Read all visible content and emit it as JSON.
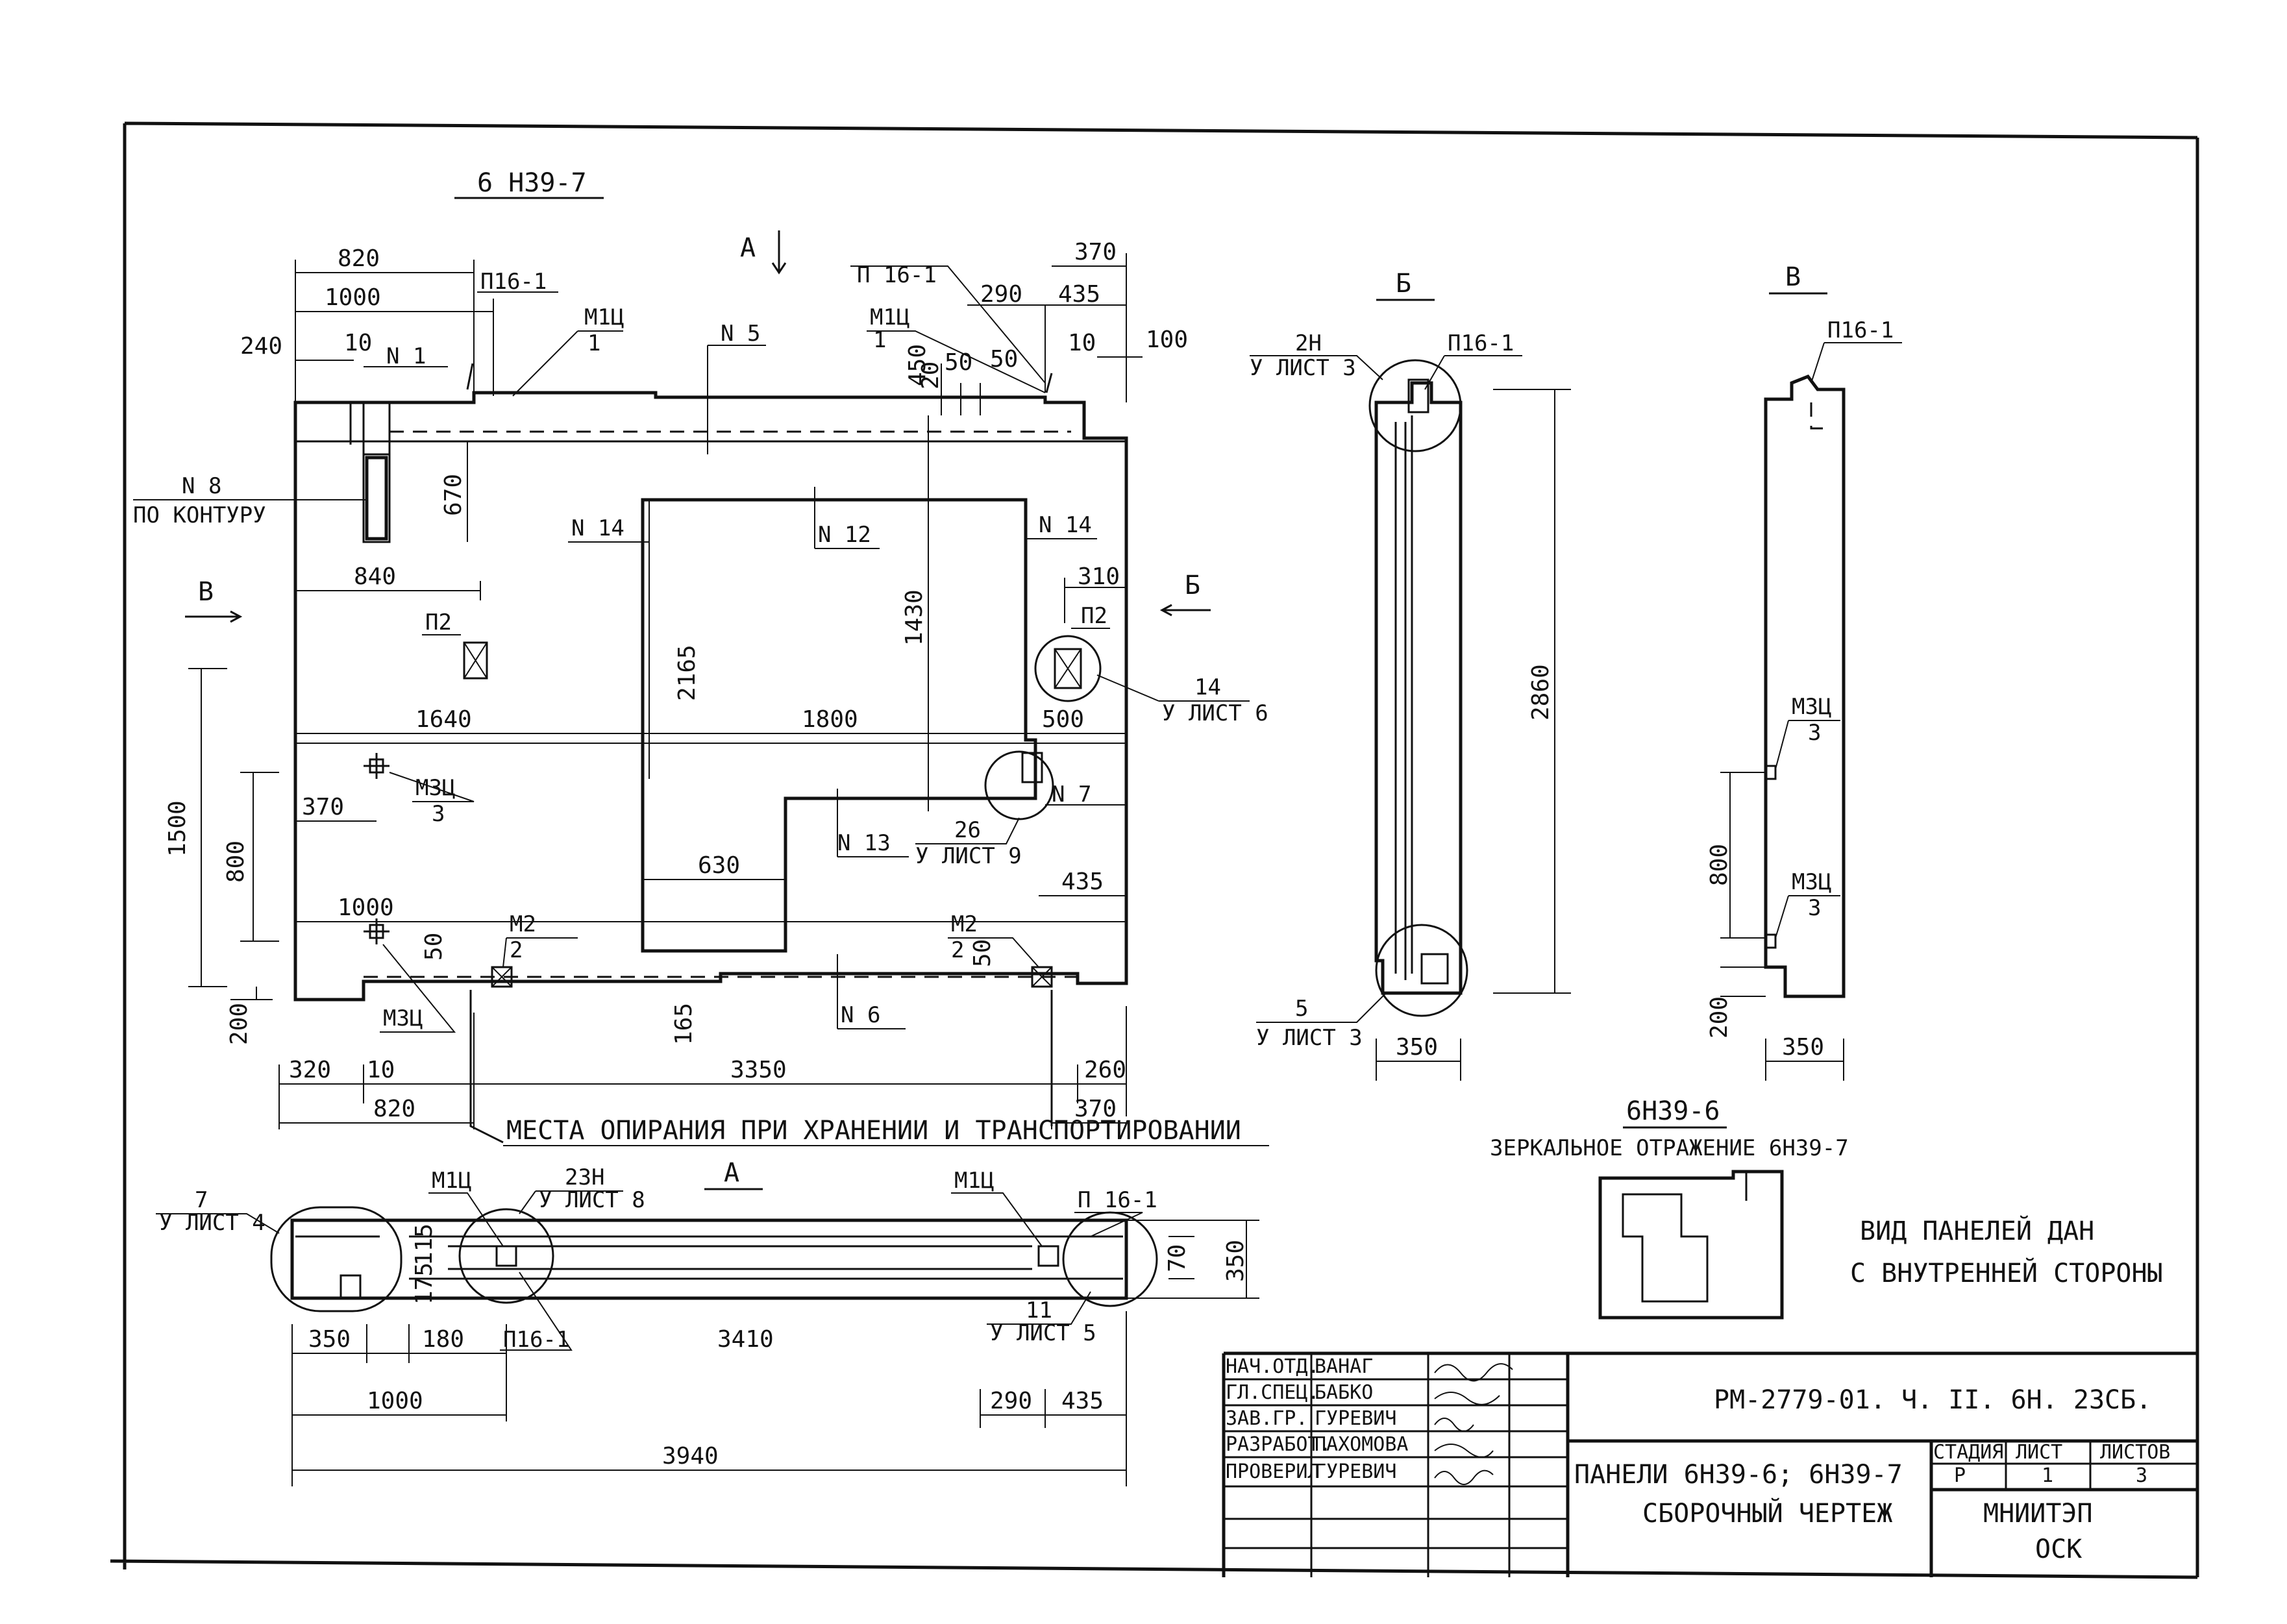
{
  "view_front": {
    "title": "6 Н39-7",
    "section_a": "А",
    "section_b": "Б",
    "section_v": "В",
    "labels": {
      "n1": "N 1",
      "n5": "N 5",
      "n8": "N 8",
      "po_konturu": "ПО КОНТУРУ",
      "n14_left": "N 14",
      "n12": "N 12",
      "n14_right": "N 14",
      "n7": "N 7",
      "n13": "N 13",
      "n6": "N 6",
      "p16_left": "П16-1",
      "p16_right": "П 16-1",
      "m1_left": "М1Ц",
      "m1_left_sub": "1",
      "m1_right": "М1Ц",
      "m1_right_sub": "1",
      "p2_left": "П2",
      "p2_right": "П2",
      "ref14": "14",
      "ref14_sheet": "У ЛИСТ 6",
      "ref26": "26",
      "ref26_sheet": "У ЛИСТ 9",
      "m3_upper": "М3Ц",
      "m3_upper_sub": "3",
      "m3_lower": "М3Ц",
      "m2_left": "М2",
      "m2_left_sub": "2",
      "m2_right": "М2",
      "m2_right_sub": "2"
    },
    "dims": {
      "d820_top": "820",
      "d1000_top": "1000",
      "d240": "240",
      "d10_top": "10",
      "d370_top": "370",
      "d290_top": "290",
      "d435_top": "435",
      "d10_right": "10",
      "d100": "100",
      "d450": "450",
      "d50a": "50",
      "d50b": "50",
      "d20": "20",
      "d670": "670",
      "d840": "840",
      "d310": "310",
      "d2165": "2165",
      "d1430": "1430",
      "d1640": "1640",
      "d1800": "1800",
      "d500": "500",
      "d1500": "1500",
      "d800": "800",
      "d370_mid": "370",
      "d630": "630",
      "d1000_low": "1000",
      "d50_low_left": "50",
      "d50_low_right": "50",
      "d435_low": "435",
      "d200": "200",
      "d165": "165",
      "d320": "320",
      "d10_bottom": "10",
      "d3350": "3350",
      "d260": "260",
      "d820_bottom": "820",
      "d370_bottom": "370"
    },
    "support_note": "МЕСТА ОПИРАНИЯ ПРИ ХРАНЕНИИ И ТРАНСПОРТИРОВАНИИ"
  },
  "view_b": {
    "title": "Б",
    "ref2": "2Н",
    "ref2_sheet": "У ЛИСТ 3",
    "p16": "П16-1",
    "d2860": "2860",
    "ref5": "5",
    "ref5_sheet": "У ЛИСТ 3",
    "d350": "350"
  },
  "view_v": {
    "title": "В",
    "p16": "П16-1",
    "m3_upper": "М3Ц",
    "m3_upper_sub": "3",
    "m3_lower": "М3Ц",
    "m3_lower_sub": "3",
    "d800": "800",
    "d200": "200",
    "d350": "350"
  },
  "mirror": {
    "title": "6Н39-6",
    "caption": "ЗЕРКАЛЬНОЕ ОТРАЖЕНИЕ 6Н39-7"
  },
  "side_note": {
    "line1": "ВИД ПАНЕЛЕЙ ДАН",
    "line2": "С ВНУТРЕННЕЙ СТОРОНЫ"
  },
  "view_a": {
    "title": "А",
    "ref7": "7",
    "ref7_sheet": "У ЛИСТ 4",
    "m1_left": "М1Ц",
    "ref23": "23Н",
    "ref23_sheet": "У ЛИСТ 8",
    "m1_right": "М1Ц",
    "p16_right": "П 16-1",
    "p16_bottom": "П16-1",
    "ref11": "11",
    "ref11_sheet": "У ЛИСТ 5",
    "d115": "115",
    "d175": "175",
    "d70": "70",
    "d350_right": "350",
    "d350": "350",
    "d180": "180",
    "d3410": "3410",
    "d1000": "1000",
    "d290": "290",
    "d435": "435",
    "d3940": "3940"
  },
  "title_block": {
    "doc_code": "РМ-2779-01. Ч. II. 6Н. 23СБ.",
    "title_line1": "ПАНЕЛИ 6Н39-6; 6Н39-7",
    "title_line2": "СБОРОЧНЫЙ ЧЕРТЕЖ",
    "stage_label": "СТАДИЯ",
    "sheet_label": "ЛИСТ",
    "sheets_label": "ЛИСТОВ",
    "stage": "Р",
    "sheet": "1",
    "sheets": "3",
    "org1": "МНИИТЭП",
    "org2": "ОСК",
    "staff": [
      {
        "role": "НАЧ.ОТД.",
        "name": "ВАНАГ"
      },
      {
        "role": "ГЛ.СПЕЦ.",
        "name": "БАБКО"
      },
      {
        "role": "ЗАВ.ГР.",
        "name": "ГУРЕВИЧ"
      },
      {
        "role": "РАЗРАБОТ.",
        "name": "ПАХОМОВА"
      },
      {
        "role": "ПРОВЕРИЛ",
        "name": "ГУРЕВИЧ"
      }
    ]
  }
}
